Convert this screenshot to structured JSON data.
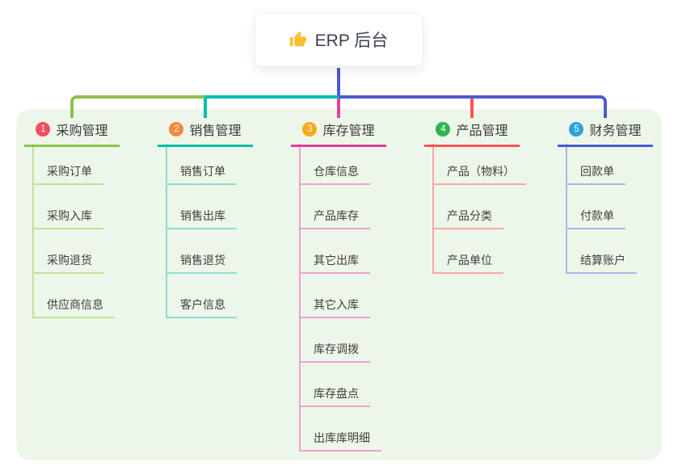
{
  "page": {
    "background": "#ffffff",
    "panel_background": "#edf7e9",
    "text_color": "#3e3e3e"
  },
  "root": {
    "icon": "thumbs-up-icon",
    "icon_color": "#fcbe2d",
    "label": "ERP 后台",
    "stem_color": "#4a5cd0"
  },
  "connectors": {
    "branch1_segment_color": "#8bc34a",
    "branch2_segment_color": "#00bdae",
    "branch3_drop_color": "#e040a3",
    "branch4_drop_color": "#f8525a",
    "branch5_segment_color": "#4a5cd0"
  },
  "branches": [
    {
      "num": "1",
      "label": "采购管理",
      "badge_color": "#f54d60",
      "line_color": "#8bc34a",
      "child_line_color": "#c2e098",
      "children": [
        "采购订单",
        "采购入库",
        "采购退货",
        "供应商信息"
      ]
    },
    {
      "num": "2",
      "label": "销售管理",
      "badge_color": "#f6883e",
      "line_color": "#00bdae",
      "child_line_color": "#8edcd3",
      "children": [
        "销售订单",
        "销售出库",
        "销售退货",
        "客户信息"
      ]
    },
    {
      "num": "3",
      "label": "库存管理",
      "badge_color": "#fba919",
      "line_color": "#e040a3",
      "child_line_color": "#f49fce",
      "children": [
        "仓库信息",
        "产品库存",
        "其它出库",
        "其它入库",
        "库存调拨",
        "库存盘点",
        "出库库明细"
      ]
    },
    {
      "num": "4",
      "label": "产品管理",
      "badge_color": "#2cb44e",
      "line_color": "#f8525a",
      "child_line_color": "#fca6aa",
      "children": [
        "产品（物料）",
        "产品分类",
        "产品单位"
      ]
    },
    {
      "num": "5",
      "label": "财务管理",
      "badge_color": "#2aa3dd",
      "line_color": "#4a5cd0",
      "child_line_color": "#aab9ec",
      "children": [
        "回款单",
        "付款单",
        "结算账户"
      ]
    }
  ]
}
